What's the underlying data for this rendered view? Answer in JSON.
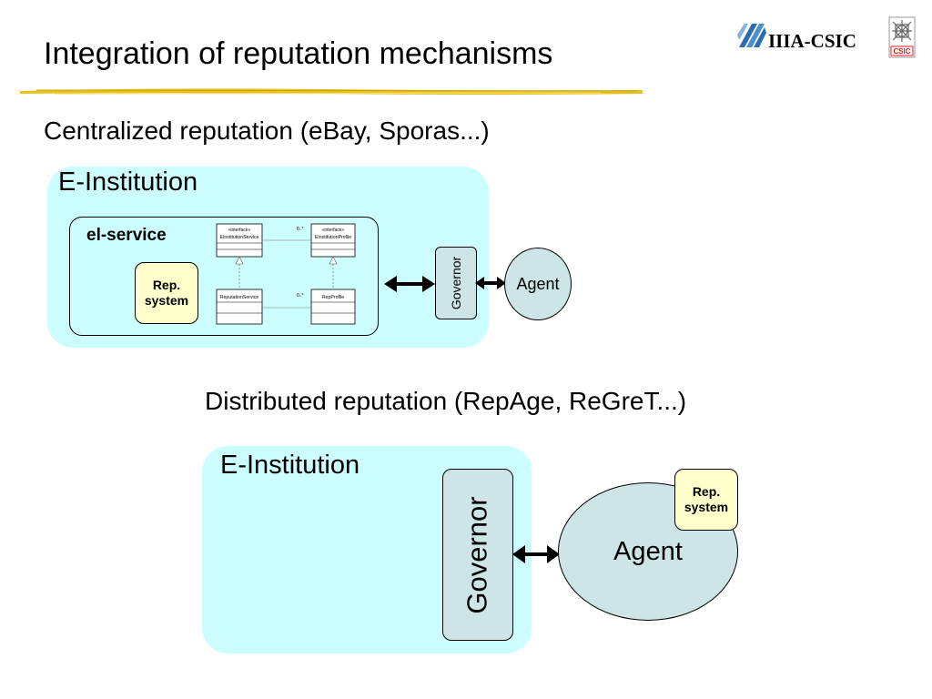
{
  "slide": {
    "title": "Integration of reputation mechanisms",
    "logo_text": "IIIA-CSIC",
    "csic_label": "CSIC"
  },
  "centralized": {
    "heading": "Centralized reputation (eBay, Sporas...)",
    "institution_label": "E-Institution",
    "eservice_label": "el-service",
    "rep_system_line1": "Rep.",
    "rep_system_line2": "system",
    "governor_label": "Governor",
    "agent_label": "Agent",
    "uml": {
      "classes": [
        {
          "stereotype": "«interface»",
          "name": "EInstitutionService"
        },
        {
          "stereotype": "«interface»",
          "name": "EInstitutionProfile"
        },
        {
          "stereotype": "",
          "name": "ReputationService"
        },
        {
          "stereotype": "",
          "name": "RepProfile"
        }
      ],
      "multiplicities": [
        "0..*",
        "0..*"
      ]
    }
  },
  "distributed": {
    "heading": "Distributed reputation (RepAge, ReGreT...)",
    "institution_label": "E-Institution",
    "governor_label": "Governor",
    "agent_label": "Agent",
    "rep_system_line1": "Rep.",
    "rep_system_line2": "system"
  },
  "colors": {
    "institution_bg": "#ccfeff",
    "agent_governor_bg": "#cde5e6",
    "rep_system_bg": "#ffffcc",
    "title_rule": "#e8c21a"
  }
}
